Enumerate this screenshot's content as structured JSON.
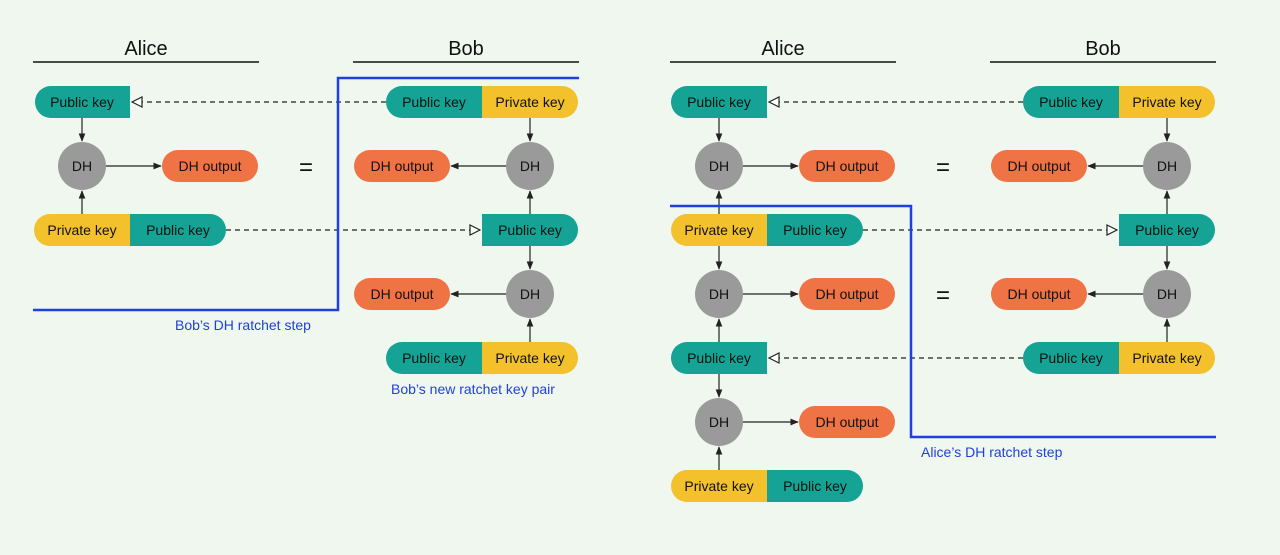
{
  "colors": {
    "background": "#eff7ef",
    "public_key": "#14a394",
    "private_key": "#f2c12c",
    "dh_node": "#9a9a9a",
    "dh_output": "#f07346",
    "ratchet_line": "#1f3fe0",
    "arrow": "#222222",
    "text": "#111111",
    "caption": "#1f3fe0"
  },
  "left_panel": {
    "alice_heading": "Alice",
    "bob_heading": "Bob",
    "alice_public_key": "Public key",
    "alice_dh": "DH",
    "alice_dh_output": "DH output",
    "equals": "=",
    "alice_private_key": "Private key",
    "alice_public_key_2": "Public key",
    "bob_public_key": "Public key",
    "bob_private_key": "Private key",
    "bob_dh_output": "DH output",
    "bob_dh": "DH",
    "bob_received_public_key": "Public key",
    "bob_dh_output_2": "DH output",
    "bob_dh_2": "DH",
    "bob_new_public_key": "Public key",
    "bob_new_private_key": "Private key",
    "ratchet_caption": "Bob’s DH ratchet step",
    "new_pair_caption": "Bob’s new ratchet key pair"
  },
  "right_panel": {
    "alice_heading": "Alice",
    "bob_heading": "Bob",
    "alice_public_key": "Public key",
    "alice_dh": "DH",
    "alice_dh_output": "DH output",
    "equals_1": "=",
    "bob_dh_output": "DH output",
    "bob_dh": "DH",
    "bob_public_key": "Public key",
    "bob_private_key": "Private key",
    "alice_private_key": "Private key",
    "alice_public_key_2": "Public key",
    "bob_received_public_key": "Public key",
    "alice_dh_2": "DH",
    "alice_dh_output_2": "DH output",
    "equals_2": "=",
    "bob_dh_output_2": "DH output",
    "bob_dh_2": "DH",
    "alice_received_public_key": "Public key",
    "bob_public_key_2": "Public key",
    "bob_private_key_2": "Private key",
    "alice_dh_3": "DH",
    "alice_dh_output_3": "DH output",
    "alice_new_private_key": "Private key",
    "alice_new_public_key": "Public key",
    "ratchet_caption": "Alice’s DH ratchet step"
  }
}
